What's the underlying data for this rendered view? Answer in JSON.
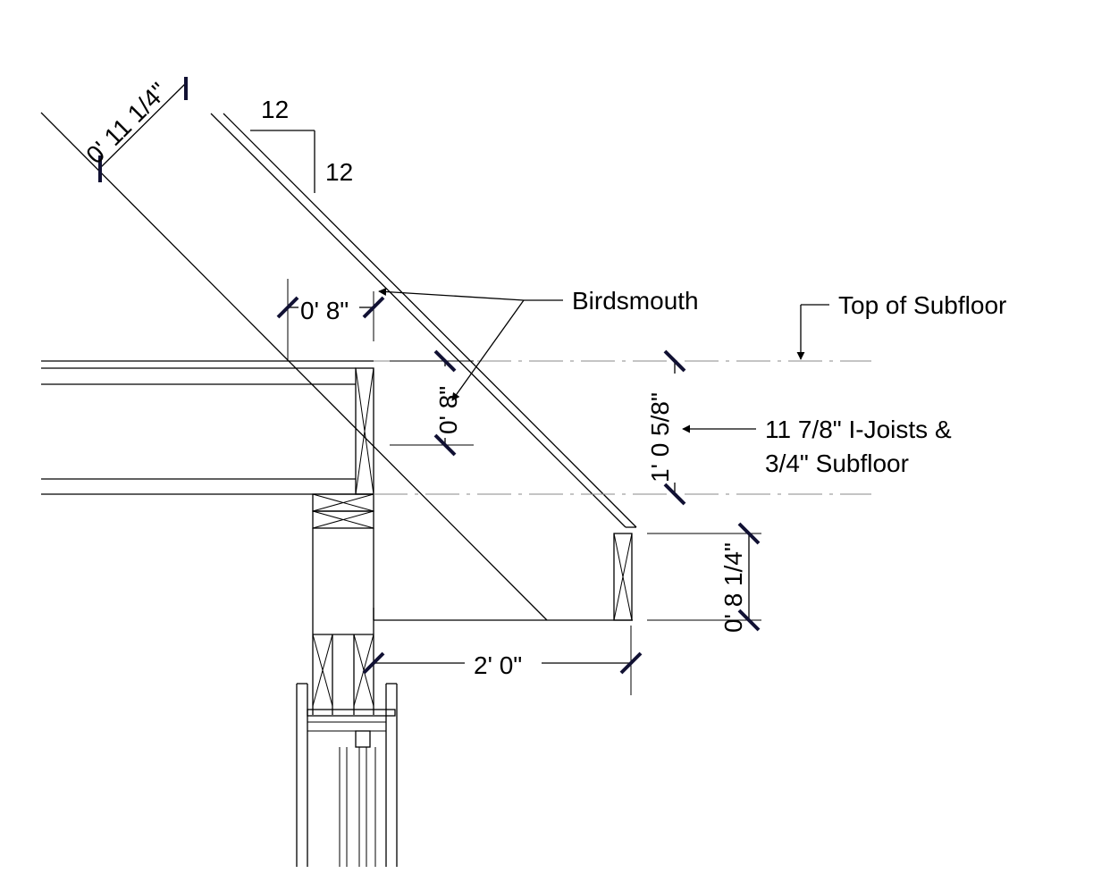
{
  "dimensions": {
    "rafter_depth": "0' 11 1/4\"",
    "birdsmouth_horizontal": "0' 8\"",
    "birdsmouth_vertical": "0' 8\"",
    "floor_depth": "1' 0 5/8\"",
    "fascia_height": "0' 8 1/4\"",
    "overhang": "2' 0\""
  },
  "pitch": {
    "run": "12",
    "rise": "12"
  },
  "callouts": {
    "birdsmouth": "Birdsmouth",
    "top_of_subfloor": "Top of Subfloor",
    "floor_system_line1": "11 7/8\" I-Joists &",
    "floor_system_line2": "3/4\" Subfloor"
  }
}
